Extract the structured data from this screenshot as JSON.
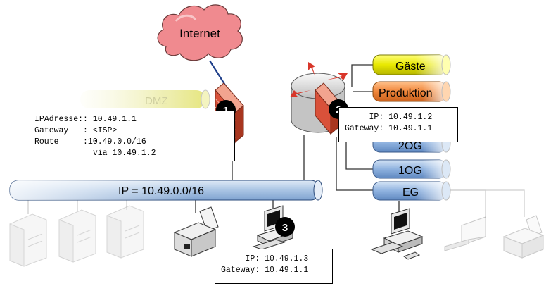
{
  "colors": {
    "cloud": "#f08a8f",
    "cloud_outline": "#6b3a3a",
    "link": "#1f3f8a",
    "trunk": "#aac6e6",
    "gaeste": "#e6e600",
    "produktion": "#f08a3c",
    "og": "#8fb2df",
    "firewall": "#d9513a",
    "badge": "#000000",
    "faded": "#c9c9c9"
  },
  "cloud": {
    "label": "Internet"
  },
  "networks": {
    "dmz": "DMZ",
    "trunk": "IP = 10.49.0.0/16",
    "gaeste": "Gäste",
    "produktion": "Produktion",
    "og2": "2OG",
    "og1": "1OG",
    "eg": "EG"
  },
  "badges": {
    "one": "1",
    "two": "2",
    "three": "3"
  },
  "box1": {
    "line1": "IPAdresse:: 10.49.1.1",
    "line2": "Gateway   : <ISP>",
    "line3": "Route     :10.49.0.0/16",
    "line4": "            via 10.49.1.2"
  },
  "box2": {
    "line1": "     IP: 10.49.1.2",
    "line2": "Gateway: 10.49.1.1"
  },
  "box3": {
    "line1": "     IP: 10.49.1.3",
    "line2": "Gateway: 10.49.1.1"
  },
  "icons": {
    "cloud": "cloud-icon",
    "firewall": "firewall-icon",
    "router": "router-icon",
    "server": "server-icon",
    "printer": "printer-icon",
    "workstation": "workstation-icon",
    "laptop": "laptop-icon"
  }
}
